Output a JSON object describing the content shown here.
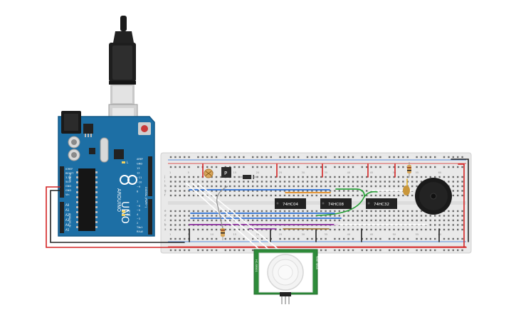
{
  "arduino": {
    "brand": "ARDUINO",
    "model": "UNO",
    "power_header": "POWER",
    "analog_header": "ANALOG IN",
    "digital_header": "DIGITAL (PWM~)",
    "tx_label": "TX",
    "rx_label": "RX",
    "l_label": "L",
    "power_pins": [
      "IOREF",
      "RESET",
      "3.3V",
      "5V",
      "GND",
      "GND",
      "Vin"
    ],
    "analog_pins": [
      "A0",
      "A1",
      "A2",
      "A3",
      "A4",
      "A5"
    ],
    "digital_pins_top": [
      "AREF",
      "GND",
      "13",
      "12",
      "~11",
      "~10",
      "~9",
      "8"
    ],
    "digital_pins_bottom": [
      "7",
      "~6",
      "~5",
      "4",
      "~3",
      "2",
      "TX▸1",
      "RX◂0"
    ]
  },
  "breadboard": {
    "row_letters_top": [
      "j",
      "i",
      "h",
      "g",
      "f"
    ],
    "row_letters_bottom": [
      "e",
      "d",
      "c",
      "b",
      "a"
    ],
    "column_numbers": [
      "1",
      "5",
      "10",
      "15",
      "20",
      "25",
      "30",
      "35",
      "40",
      "45",
      "50",
      "55",
      "60"
    ]
  },
  "chips": [
    {
      "label": "74HC04"
    },
    {
      "label": "74HC08"
    },
    {
      "label": "74HC32"
    }
  ],
  "components": {
    "transistor_label": "P",
    "pir_left_text": "HC-SR501",
    "pir_right_text": "TIME  SENS"
  },
  "colors": {
    "arduino": "#1d6fa5",
    "breadboard": "#e9e9e9",
    "wire_red": "#d42222",
    "wire_black": "#222222",
    "wire_blue": "#2a6ed4",
    "wire_orange": "#e28a1f",
    "wire_green": "#2aa13a",
    "wire_purple": "#8a2a9c",
    "wire_brown": "#9a6a2a",
    "pir_pcb": "#2e8b3a"
  }
}
